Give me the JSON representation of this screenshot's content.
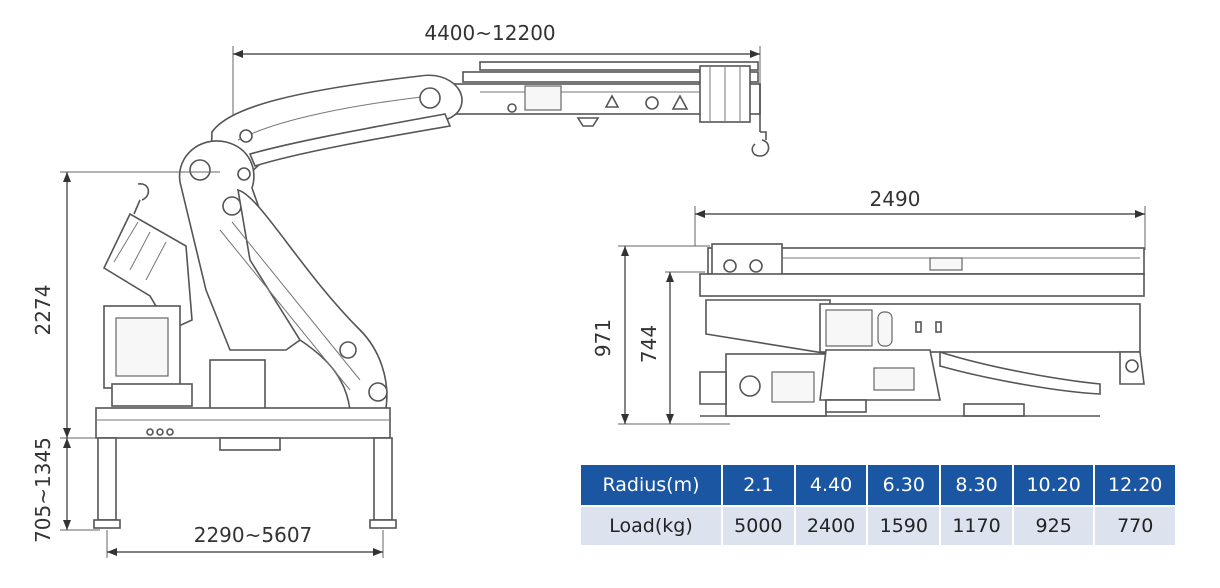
{
  "dimensions": {
    "reach": "4400~12200",
    "height": "2274",
    "leg_height": "705~1345",
    "outrigger_span": "2290~5607",
    "width": "2490",
    "folded_height_total": "971",
    "folded_height_body": "744"
  },
  "load_table": {
    "radius_label": "Radius(m)",
    "load_label": "Load(kg)",
    "radius": [
      "2.1",
      "4.40",
      "6.30",
      "8.30",
      "10.20",
      "12.20"
    ],
    "load": [
      "5000",
      "2400",
      "1590",
      "1170",
      "925",
      "770"
    ]
  },
  "colors": {
    "header_bg": "#1b56a3",
    "body_bg": "#dde3ee",
    "line": "#555555"
  }
}
